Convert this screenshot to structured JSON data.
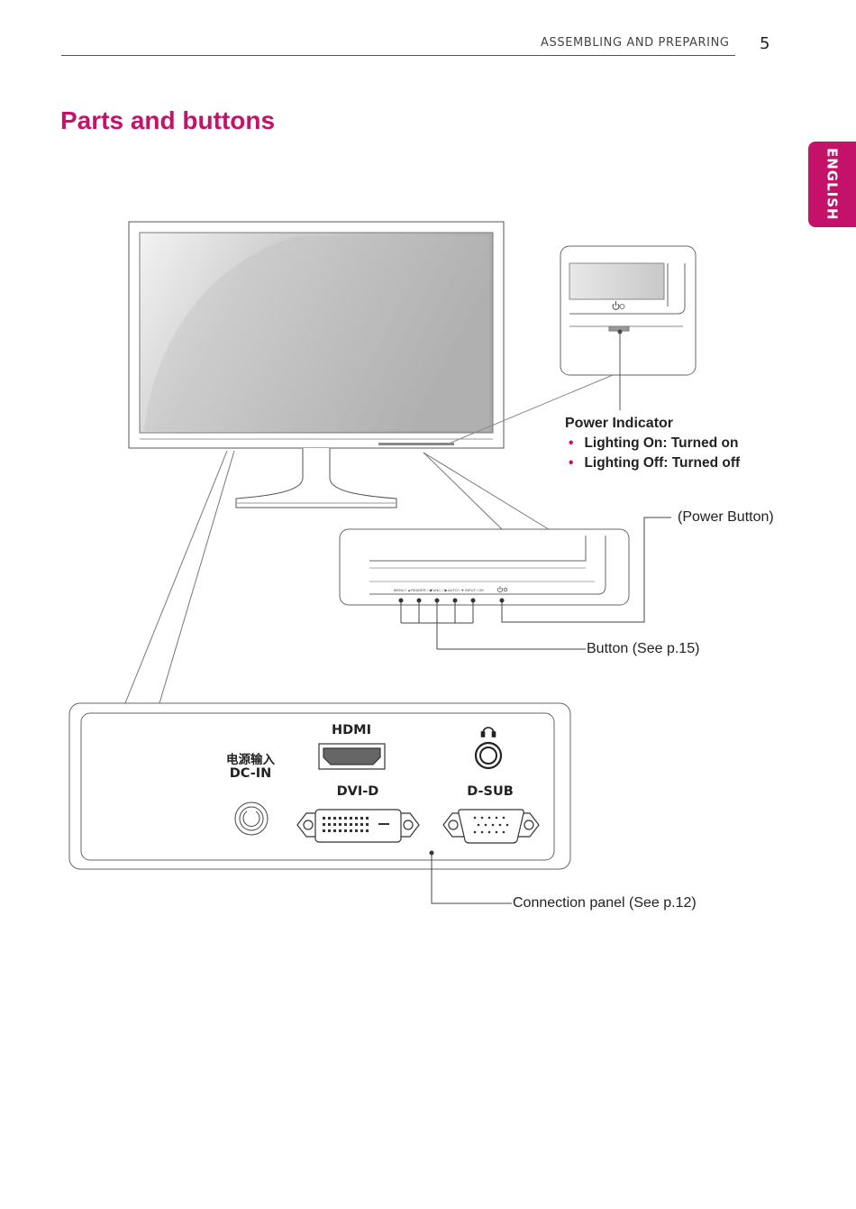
{
  "header": {
    "section_title": "ASSEMBLING AND PREPARING",
    "page_number": "5"
  },
  "page_title": "Parts and buttons",
  "language_tab": "ENGLISH",
  "power_indicator": {
    "title": "Power Indicator",
    "items": [
      "Lighting On: Turned on",
      "Lighting Off: Turned off"
    ]
  },
  "callouts": {
    "power_button": "(Power Button)",
    "buttons": "Button (See p.15)",
    "connection_panel": "Connection panel (See p.12)"
  },
  "front_button_labels": [
    "MENU / ▲",
    "READER / ◀",
    "FUNC. / ▶",
    "AUTO / ▼",
    "INPUT / OK"
  ],
  "ports": {
    "dc_in_cn": "电源输入",
    "dc_in": "DC-IN",
    "hdmi": "HDMI",
    "headphone_icon": "headphone-icon",
    "dvi": "DVI-D",
    "dsub": "D-SUB"
  },
  "colors": {
    "accent": "#c4126a",
    "line": "#555555"
  }
}
